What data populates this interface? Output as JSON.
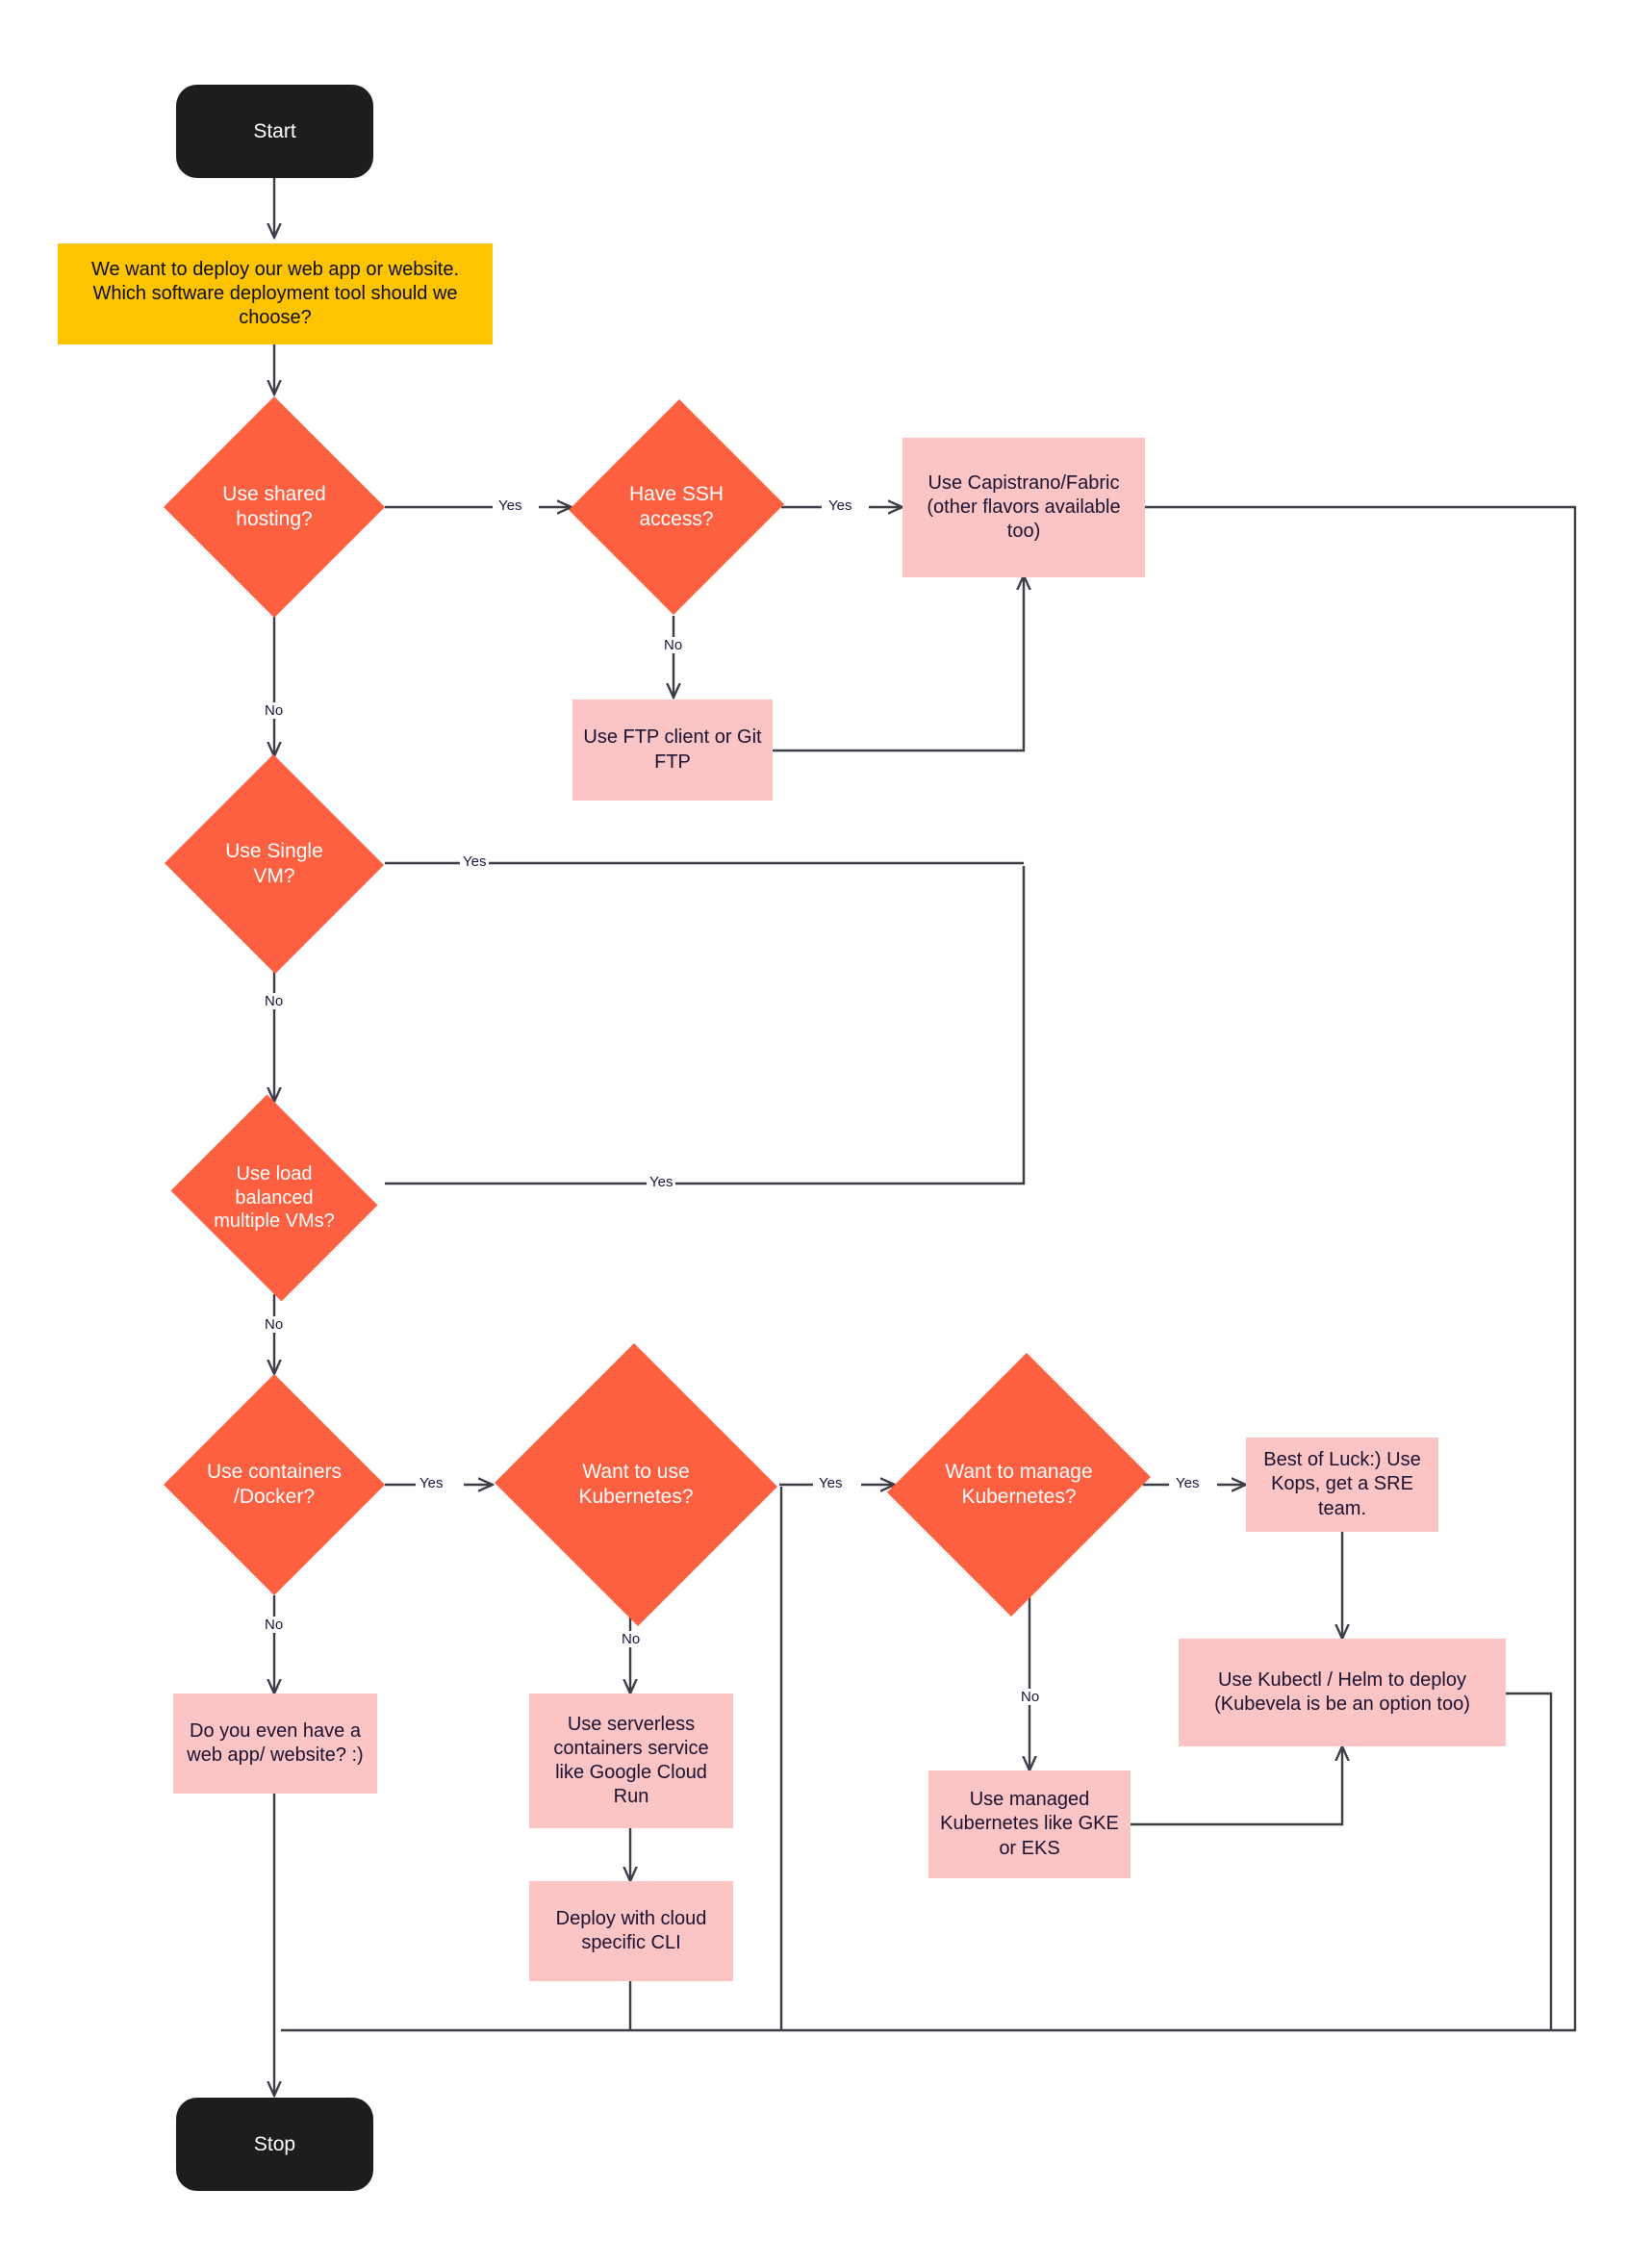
{
  "diagram": {
    "title": "Software deployment tool decision flowchart",
    "colors": {
      "terminal": "#1d1d1d",
      "question": "#FFC400",
      "decision": "#FC6040",
      "action": "#FCC5C5",
      "line": "#3d3d46",
      "text_dark": "#1a1030",
      "text_light": "#ffffff",
      "background": "#ffffff"
    },
    "nodes": {
      "start": "Start",
      "prompt": "We want to deploy our web app or website. Which software deployment tool should we choose?",
      "shared_hosting": "Use shared hosting?",
      "ssh_access": "Have SSH access?",
      "capistrano": "Use Capistrano/Fabric (other flavors available too)",
      "ftp": "Use FTP client or Git FTP",
      "single_vm": "Use Single VM?",
      "load_balanced": "Use load balanced multiple VMs?",
      "containers": "Use containers /Docker?",
      "want_kubernetes": "Want to use Kubernetes?",
      "manage_kubernetes": "Want to manage Kubernetes?",
      "kops": "Best of Luck:) Use Kops, get a SRE team.",
      "kubectl_helm": "Use Kubectl / Helm to deploy (Kubevela is be an option too)",
      "managed_k8s": "Use managed Kubernetes like GKE or EKS",
      "no_webapp": "Do you even have a web app/ website? :)",
      "serverless": "Use serverless containers service like Google Cloud Run",
      "cloud_cli": "Deploy with cloud specific CLI",
      "stop": "Stop"
    },
    "edge_labels": {
      "shared_hosting_yes": "Yes",
      "shared_hosting_no": "No",
      "ssh_yes": "Yes",
      "ssh_no": "No",
      "single_vm_yes": "Yes",
      "single_vm_no": "No",
      "load_balanced_yes": "Yes",
      "load_balanced_no": "No",
      "containers_yes": "Yes",
      "containers_no": "No",
      "want_kubernetes_yes": "Yes",
      "want_kubernetes_no": "No",
      "manage_kubernetes_yes": "Yes",
      "manage_kubernetes_no": "No"
    }
  }
}
